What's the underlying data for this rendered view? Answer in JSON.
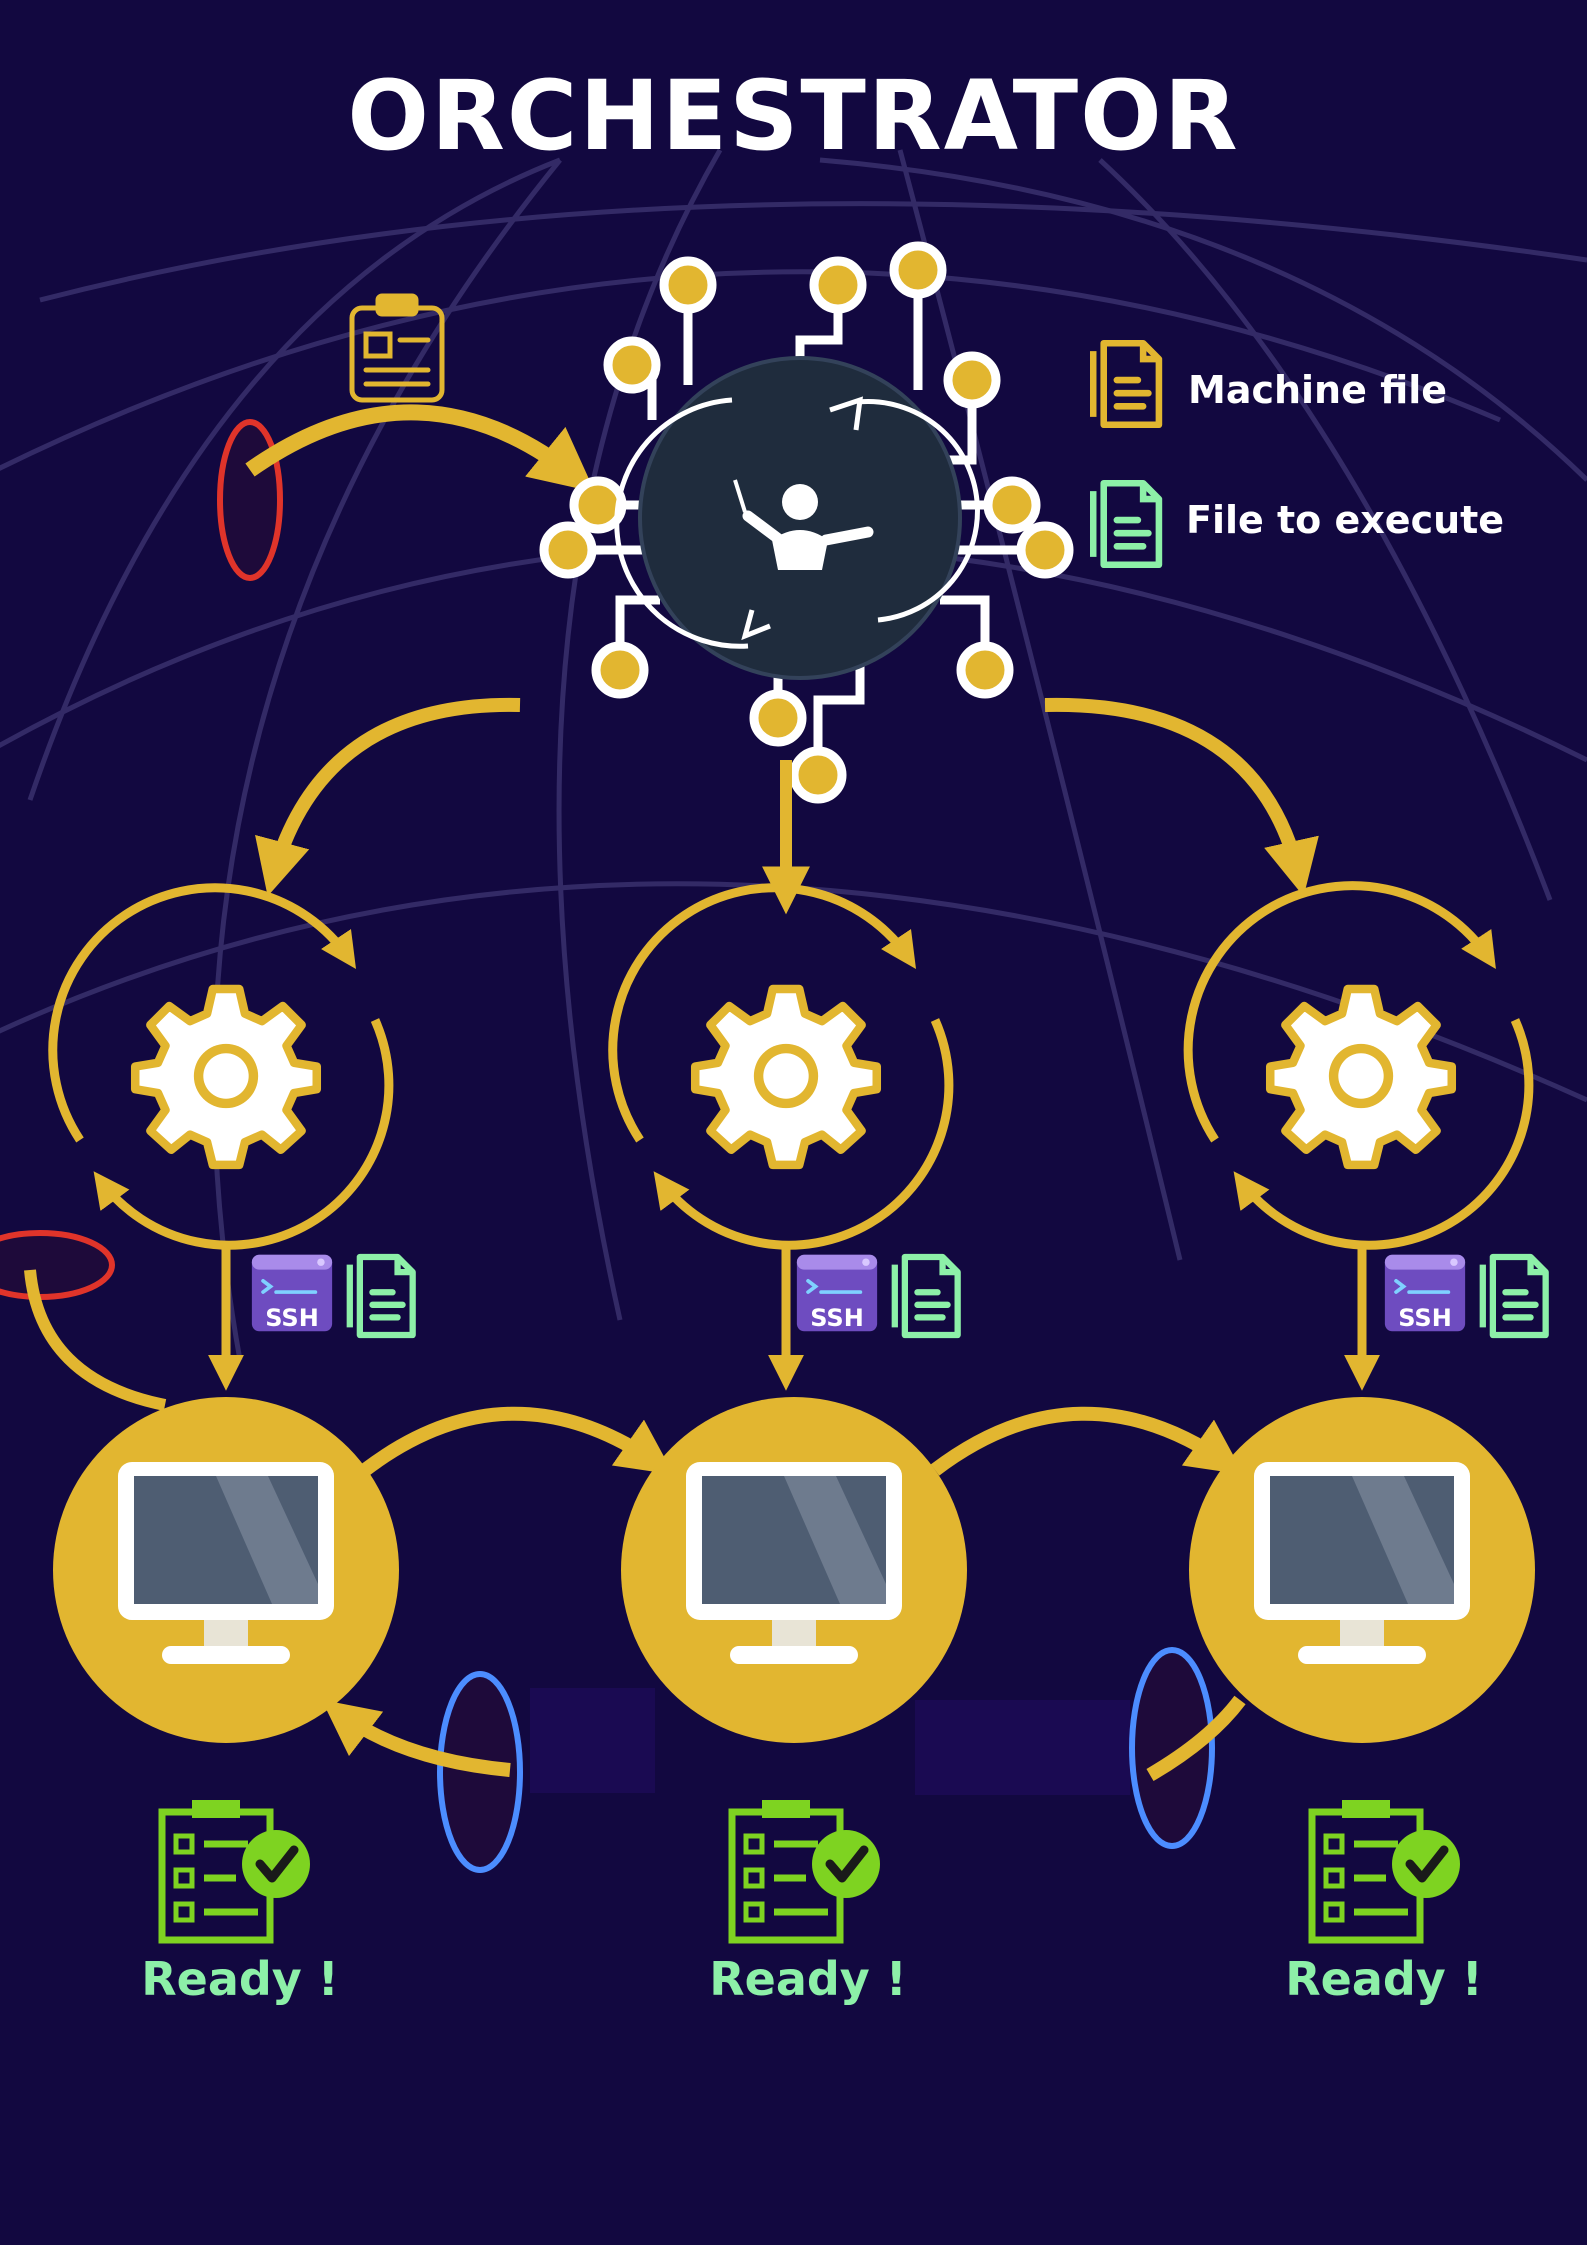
{
  "title": "ORCHESTRATOR",
  "legend": {
    "machine_file_label": "Machine file",
    "file_to_execute_label": "File to execute"
  },
  "ssh_label": "SSH",
  "nodes": [
    {
      "status": "Ready !"
    },
    {
      "status": "Ready !"
    },
    {
      "status": "Ready !"
    }
  ],
  "colors": {
    "background": "#120840",
    "accent_yellow": "#E2B630",
    "file_green": "#8DF0A8",
    "check_green": "#7ED321",
    "status_text": "#8DF0A8",
    "hub_dark": "#1F2C3D",
    "portal_red": "#E0342A",
    "portal_blue": "#4C8DFF",
    "grid_line": "#4A4280"
  }
}
